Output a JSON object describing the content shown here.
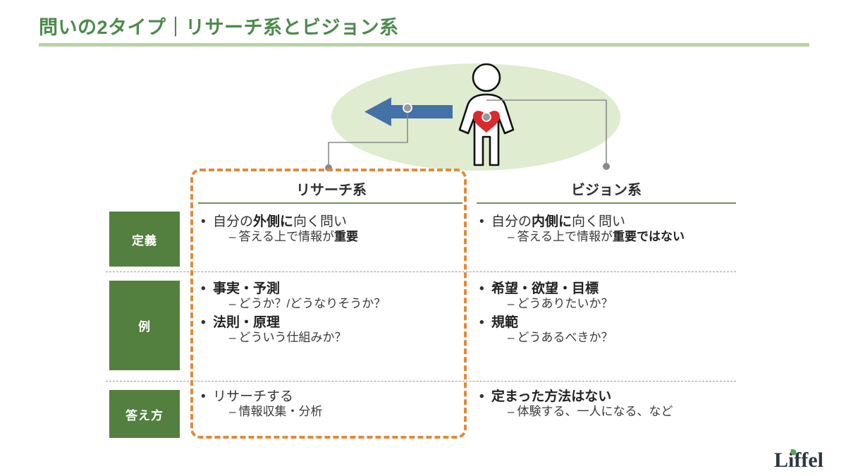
{
  "title": "問いの2タイプ｜リサーチ系とビジョン系",
  "colors": {
    "title_green": "#4b8a4b",
    "rule_green": "#b9d3a3",
    "label_green": "#537f3f",
    "head_rule_green": "#6f9154",
    "highlight_orange": "#e08a3c",
    "ellipse_green": "#dfeccf",
    "arrow_blue": "#4472a8",
    "heart_red": "#d92b2b",
    "logo_navy": "#2c3744",
    "logo_leaf_green": "#5aa84f"
  },
  "illustration": {
    "ellipse_name": "green-ellipse-backdrop",
    "person_name": "person-figure-icon",
    "heart_name": "heart-icon",
    "arrow_name": "blue-left-arrow",
    "connector_left_name": "connector-to-research",
    "connector_right_name": "connector-to-vision"
  },
  "table": {
    "columns": [
      {
        "key": "research",
        "header": "リサーチ系"
      },
      {
        "key": "vision",
        "header": "ビジョン系"
      }
    ],
    "row_labels": [
      "定義",
      "例",
      "答え方"
    ],
    "rows": [
      {
        "label": "定義",
        "research": [
          {
            "bullet": "自分の",
            "bullet_bold": "外側に",
            "bullet_tail": "向く問い",
            "bullet_is_bold": false,
            "sub": "答える上で情報が",
            "sub_bold": "重要",
            "sub_tail": ""
          }
        ],
        "vision": [
          {
            "bullet": "自分の",
            "bullet_bold": "内側に",
            "bullet_tail": "向く問い",
            "bullet_is_bold": false,
            "sub": "答える上で情報が",
            "sub_bold": "重要ではない",
            "sub_tail": ""
          }
        ]
      },
      {
        "label": "例",
        "research": [
          {
            "bullet": "",
            "bullet_bold": "事実・予測",
            "bullet_tail": "",
            "bullet_is_bold": true,
            "sub": "どうか？/どうなりそうか？",
            "sub_bold": "",
            "sub_tail": ""
          },
          {
            "bullet": "",
            "bullet_bold": "法則・原理",
            "bullet_tail": "",
            "bullet_is_bold": true,
            "sub": "どういう仕組みか？",
            "sub_bold": "",
            "sub_tail": ""
          }
        ],
        "vision": [
          {
            "bullet": "",
            "bullet_bold": "希望・欲望・目標",
            "bullet_tail": "",
            "bullet_is_bold": true,
            "sub": "どうありたいか？",
            "sub_bold": "",
            "sub_tail": ""
          },
          {
            "bullet": "",
            "bullet_bold": "規範",
            "bullet_tail": "",
            "bullet_is_bold": true,
            "sub": "どうあるべきか？",
            "sub_bold": "",
            "sub_tail": ""
          }
        ]
      },
      {
        "label": "答え方",
        "research": [
          {
            "bullet": "リサーチする",
            "bullet_bold": "",
            "bullet_tail": "",
            "bullet_is_bold": false,
            "sub": "情報収集・分析",
            "sub_bold": "",
            "sub_tail": ""
          }
        ],
        "vision": [
          {
            "bullet": "",
            "bullet_bold": "定まった方法はない",
            "bullet_tail": "",
            "bullet_is_bold": true,
            "sub": "体験する、一人になる、など",
            "sub_bold": "",
            "sub_tail": ""
          }
        ]
      }
    ],
    "sub_dash": "–"
  },
  "logo": {
    "text": "Liffel"
  }
}
